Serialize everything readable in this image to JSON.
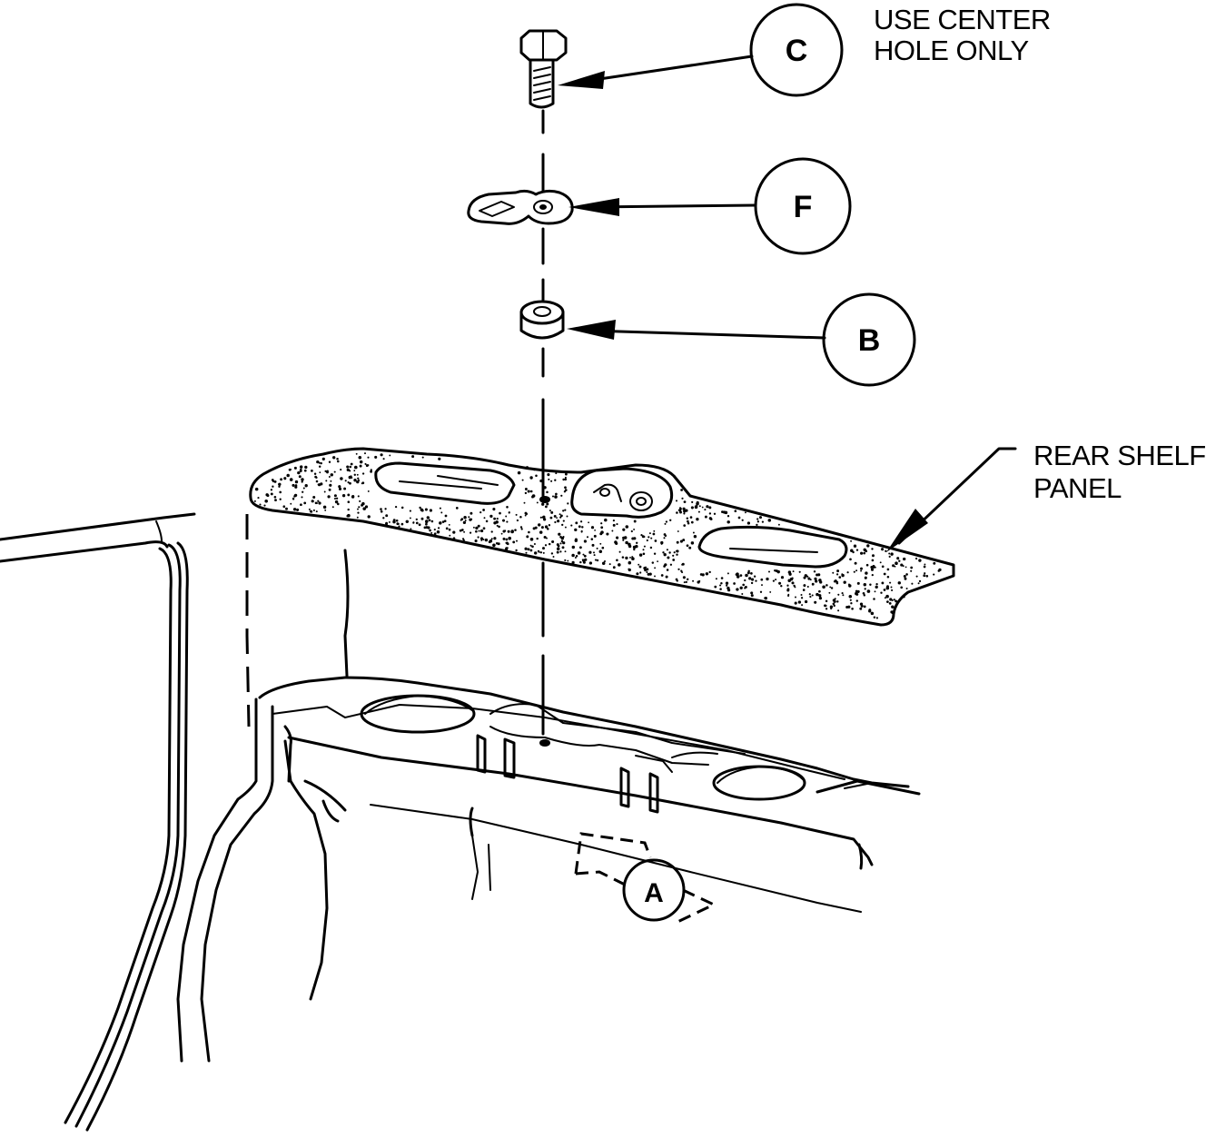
{
  "callouts": {
    "c": "C",
    "f": "F",
    "b": "B",
    "a": "A"
  },
  "notes": {
    "center_hole_line1": "USE CENTER",
    "center_hole_line2": "HOLE ONLY",
    "rear_shelf_line1": "REAR SHELF",
    "rear_shelf_line2": "PANEL"
  }
}
